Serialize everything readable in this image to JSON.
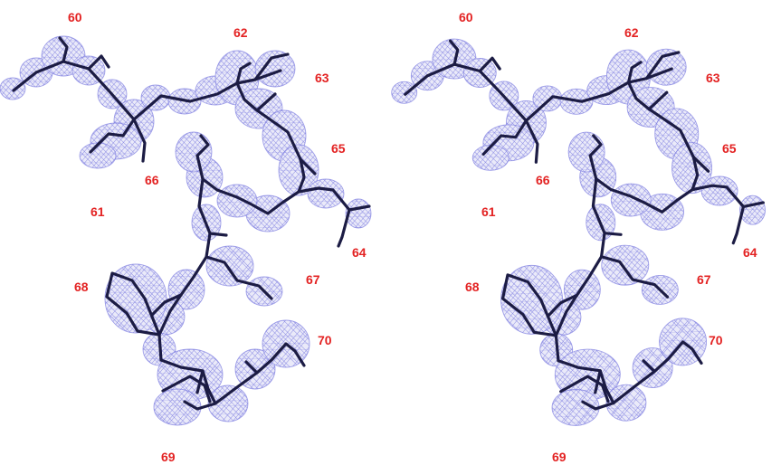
{
  "figure": {
    "colors": {
      "mesh": "#7b7be0",
      "mesh_fill": "#eaeaf9",
      "backbone": "#1c1c44",
      "label": "#e32222"
    },
    "panels": [
      {
        "id": "left",
        "residue_labels": [
          "60",
          "61",
          "62",
          "63",
          "64",
          "65",
          "66",
          "67",
          "68",
          "69",
          "70"
        ]
      },
      {
        "id": "right",
        "residue_labels": [
          "60",
          "61",
          "62",
          "63",
          "64",
          "65",
          "66",
          "67",
          "68",
          "69",
          "70"
        ]
      }
    ]
  }
}
